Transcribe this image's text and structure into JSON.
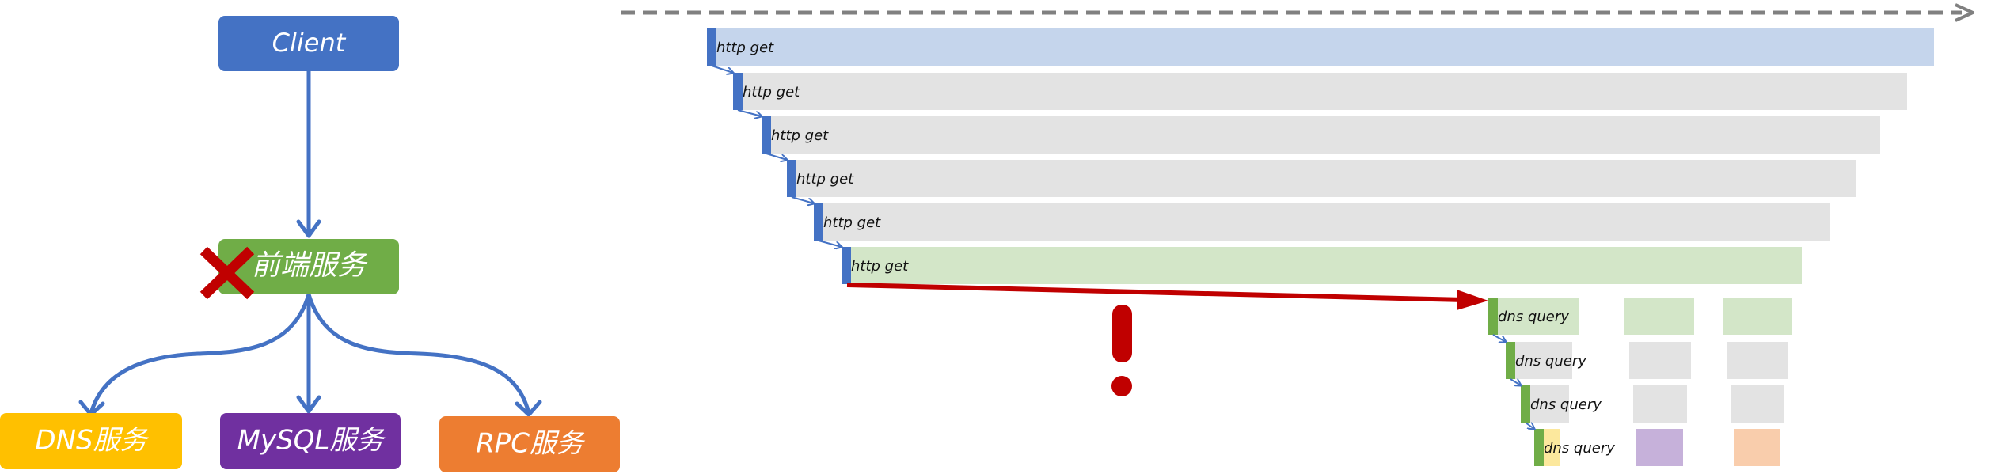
{
  "colors": {
    "client": "#4472C4",
    "frontend": "#70AD47",
    "dns": "#FFC000",
    "mysql": "#7030A0",
    "rpc": "#ED7D31",
    "edge": "#4472C4",
    "fail_mark": "#C00000",
    "timeline": "#808080",
    "span_blue": "#C5D5EC",
    "span_gray": "#E3E3E3",
    "span_green": "#D3E6C8",
    "span_purple": "#C6B1DA",
    "span_peach": "#F9CDAC",
    "span_yellow": "#FCE89D",
    "marker_blue": "#4472C4",
    "marker_green": "#70AD47",
    "alert": "#C00000"
  },
  "service_graph": {
    "client": {
      "label": "Client"
    },
    "frontend": {
      "label": "前端服务"
    },
    "children": [
      {
        "key": "dns",
        "label": "DNS服务"
      },
      {
        "key": "mysql",
        "label": "MySQL服务"
      },
      {
        "key": "rpc",
        "label": "RPC服务"
      }
    ],
    "failure_icon": "cross-icon"
  },
  "trace": {
    "timeline_icon": "timeline-arrow-icon",
    "alert_icon": "exclamation-icon",
    "http_spans": [
      {
        "label": "http  get",
        "fill": "span_blue"
      },
      {
        "label": "http  get",
        "fill": "span_gray"
      },
      {
        "label": "http  get",
        "fill": "span_gray"
      },
      {
        "label": "http  get",
        "fill": "span_gray"
      },
      {
        "label": "http  get",
        "fill": "span_gray"
      },
      {
        "label": "http  get",
        "fill": "span_green"
      }
    ],
    "dns_spans": [
      {
        "label": "dns  query",
        "fill": "span_green",
        "retries": [
          "span_green",
          "span_green"
        ]
      },
      {
        "label": "dns  query",
        "fill": "span_gray",
        "retries": [
          "span_gray",
          "span_gray"
        ]
      },
      {
        "label": "dns  query",
        "fill": "span_gray",
        "retries": [
          "span_gray",
          "span_gray"
        ]
      },
      {
        "label": "dns  query",
        "fill": "span_yellow",
        "retries": [
          "span_purple",
          "span_peach"
        ]
      }
    ]
  }
}
